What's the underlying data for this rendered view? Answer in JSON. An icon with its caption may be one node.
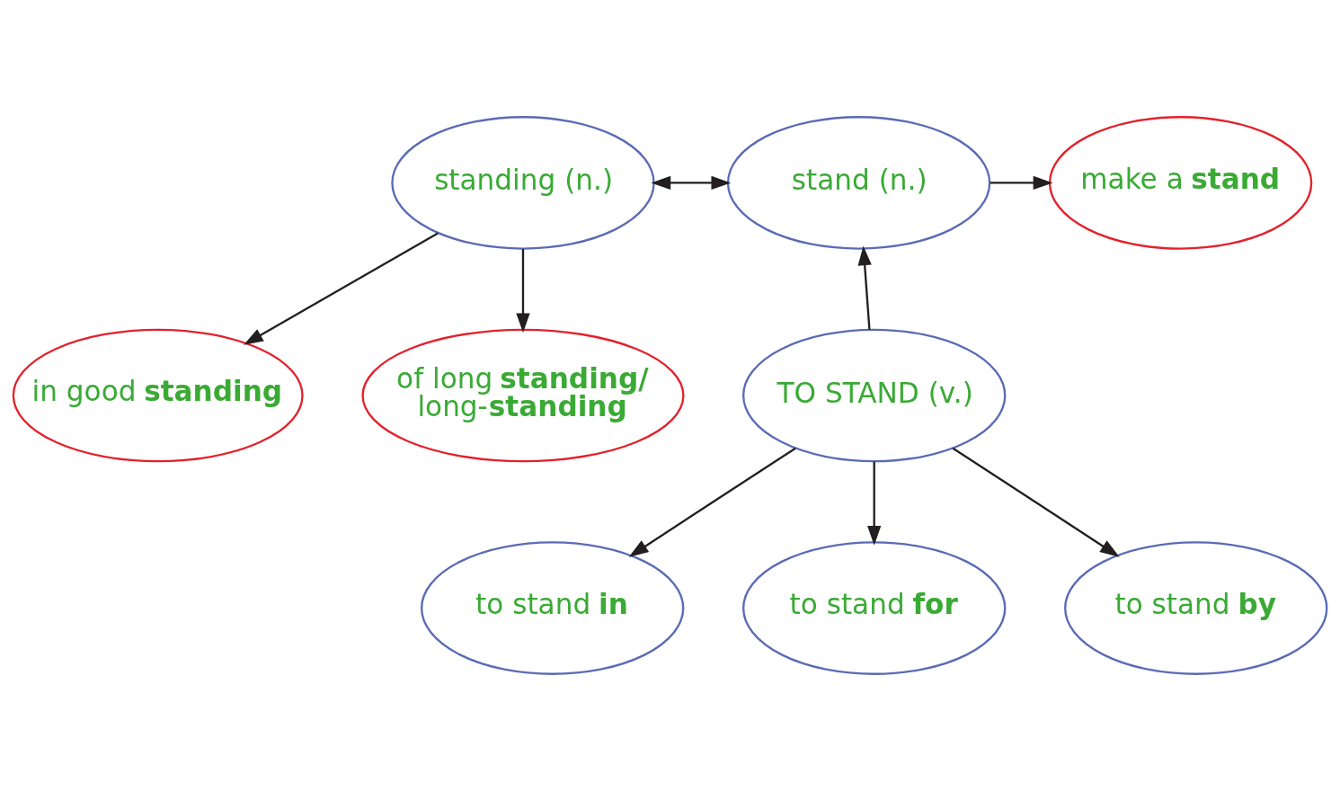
{
  "diagram": {
    "nodes": [
      {
        "text": [
          "standing (n.)"
        ]
      },
      {
        "text": [
          "stand (n.)"
        ]
      },
      {
        "text": [
          "make a **stand**"
        ]
      },
      {
        "text": [
          "in good **standing**"
        ]
      },
      {
        "text": [
          "of long **standing/** long-**standing**"
        ]
      },
      {
        "text": [
          "TO STAND (v.)"
        ]
      },
      {
        "text": [
          "to stand **in**"
        ]
      },
      {
        "text": [
          "to stand **for**"
        ]
      },
      {
        "text": [
          "to stand **by**"
        ]
      }
    ],
    "edges": [
      {
        "from": 0,
        "to": 1,
        "arrow": "both"
      },
      {
        "from": 1,
        "to": 2,
        "arrow": "to"
      },
      {
        "from": 0,
        "to": 3,
        "arrow": "to"
      },
      {
        "from": 0,
        "to": 4,
        "arrow": "to"
      },
      {
        "from": 5,
        "to": 1,
        "arrow": "to"
      },
      {
        "from": 5,
        "to": 6,
        "arrow": "to"
      },
      {
        "from": 5,
        "to": 7,
        "arrow": "to"
      },
      {
        "from": 5,
        "to": 8,
        "arrow": "to"
      }
    ]
  }
}
